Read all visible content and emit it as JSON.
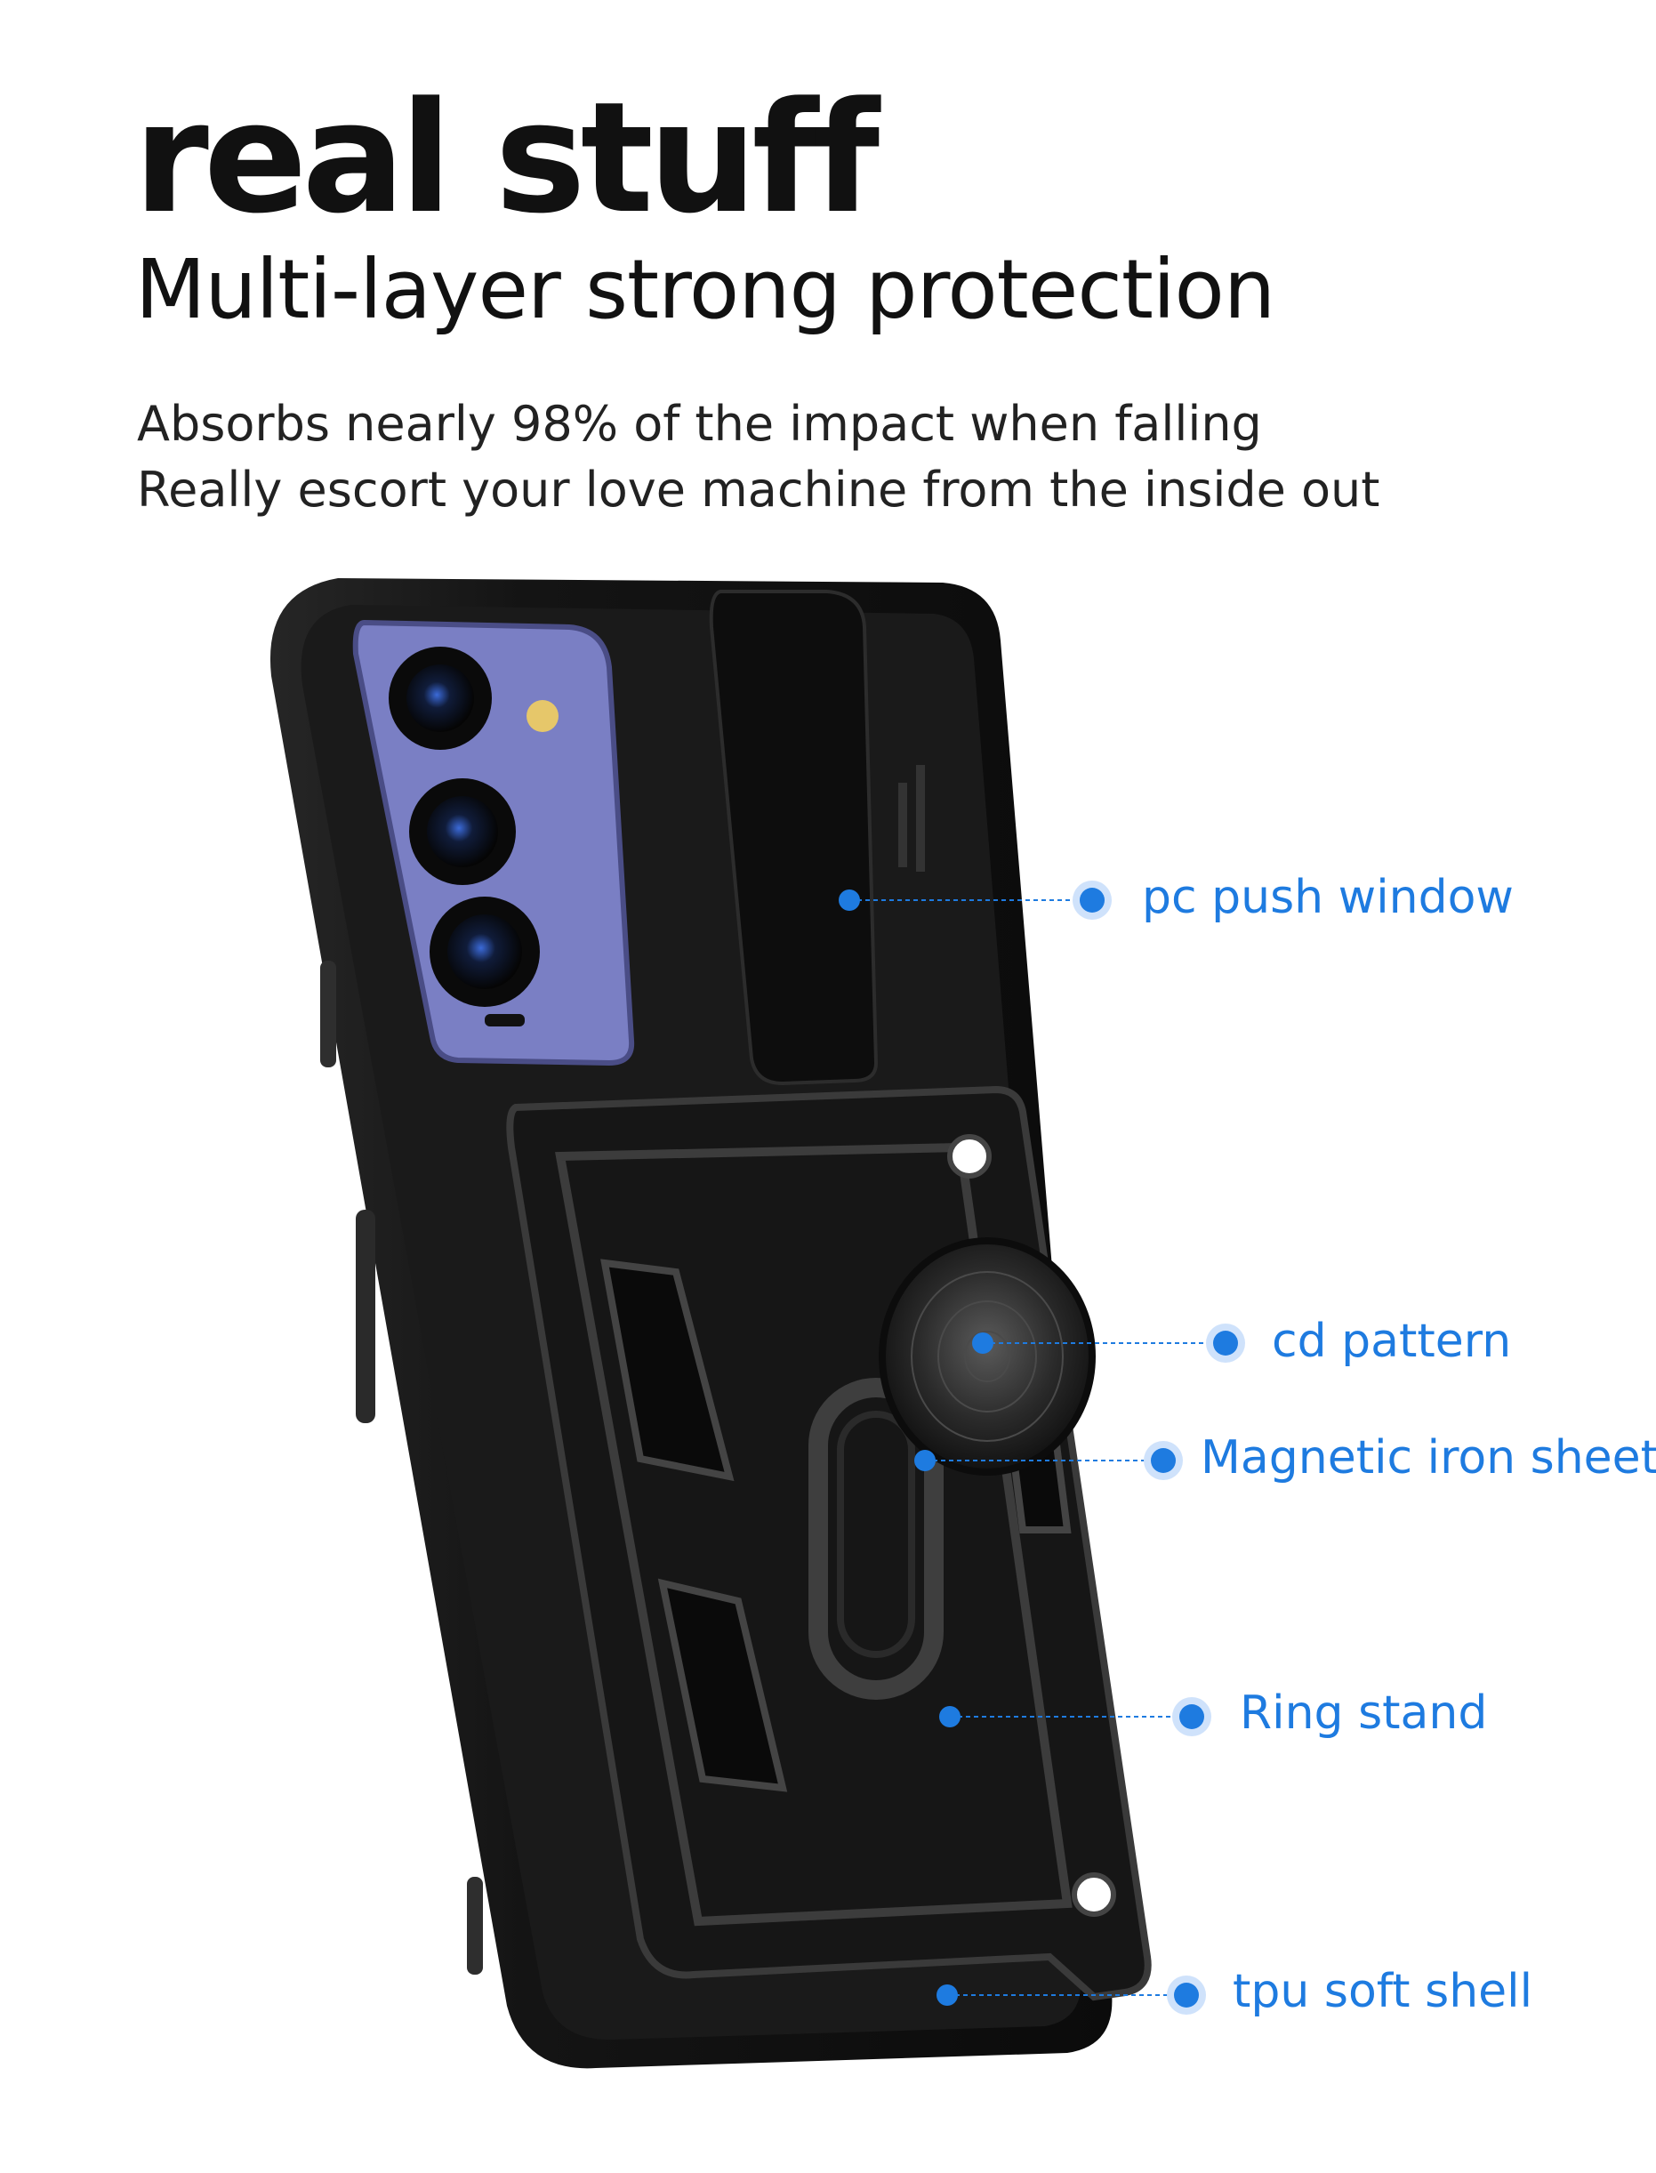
{
  "header": {
    "title": "real stuff",
    "subtitle": "Multi-layer strong protection",
    "description_lines": [
      "Absorbs nearly 98% of the impact when falling",
      "Really escort your love machine from the inside out"
    ]
  },
  "callouts": [
    {
      "label": "pc push window"
    },
    {
      "label": "cd pattern"
    },
    {
      "label": "Magnetic iron sheet"
    },
    {
      "label": "Ring stand"
    },
    {
      "label": "tpu soft shell"
    }
  ],
  "colors": {
    "accent": "#1e7be0",
    "case": "#141414",
    "camera_panel": "#7a7fc4"
  }
}
